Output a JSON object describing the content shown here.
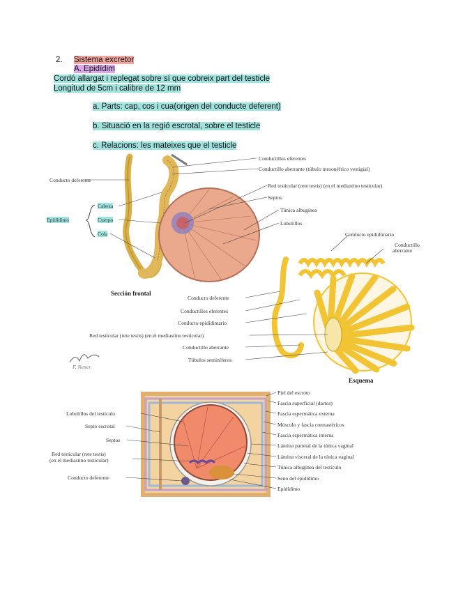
{
  "notes": {
    "number": "2.",
    "title": "Sistema excretor",
    "subtitle": "A. Epidídim",
    "line1": "Cordó allargat i replegat sobre sí que cobreix part del testicle",
    "line2": "Longitud de 5cm i calibre de 12 mm",
    "item_a": "a. Parts: cap, cos i cua(origen del conducte deferent)",
    "item_b": "b. Situació en la regió escrotal, sobre el testicle",
    "item_c": "c. Relacions: les mateixes que el testicle"
  },
  "figure_top": {
    "labels_right": [
      "Conductillos eferentes",
      "Conductillo aberrante (túbulo mesonéfrico vestigial)",
      "Red testicular (rete testis) (en el mediastino testicular)",
      "Septos",
      "Túnica albugínea",
      "Lobulillos"
    ],
    "label_deferente": "Conducto deferente",
    "label_epididimo": "Epidídimo",
    "parts": [
      "Cabeza",
      "Cuerpo",
      "Cola"
    ],
    "section_title": "Sección frontal",
    "labels_middle": [
      "Conducto deferente",
      "Conductillos eferentes",
      "Conducto epididimario",
      "Red testicular (rete testis) (en el mediastino testicular)",
      "Conductillo aberrante",
      "Túbulos seminíferos"
    ],
    "label_conducto_epididimario": "Conducto epididimario",
    "label_conductillo_aberrante_1": "Conductillo",
    "label_conductillo_aberrante_2": "aberrante",
    "schema_title": "Esquema",
    "signature": "F. Netter"
  },
  "figure_bottom": {
    "labels_left": [
      "Lobulillos del testículo",
      "Septo escrotal",
      "Septos",
      "Red testicular (rete testis)",
      "(en el mediastino testicular)",
      "Conducto deferente"
    ],
    "labels_right": [
      "Piel del escroto",
      "Fascia superficial (dartos)",
      "Fascia espermática externa",
      "Músculo y fascia cremastéricos",
      "Fascia espermática interna",
      "Lámina parietal de la túnica vaginal",
      "Lámina visceral de la túnica vaginal",
      "Túnica albugínea del testículo",
      "Seno del epidídimo",
      "Epidídimo"
    ]
  },
  "colors": {
    "highlight_red": "#f0a7a0",
    "highlight_purple": "#d9a6ea",
    "highlight_teal": "#9fe3df",
    "testis": "#eaa88c",
    "duct": "#e8c25a",
    "schema_duct": "#f2c433"
  }
}
